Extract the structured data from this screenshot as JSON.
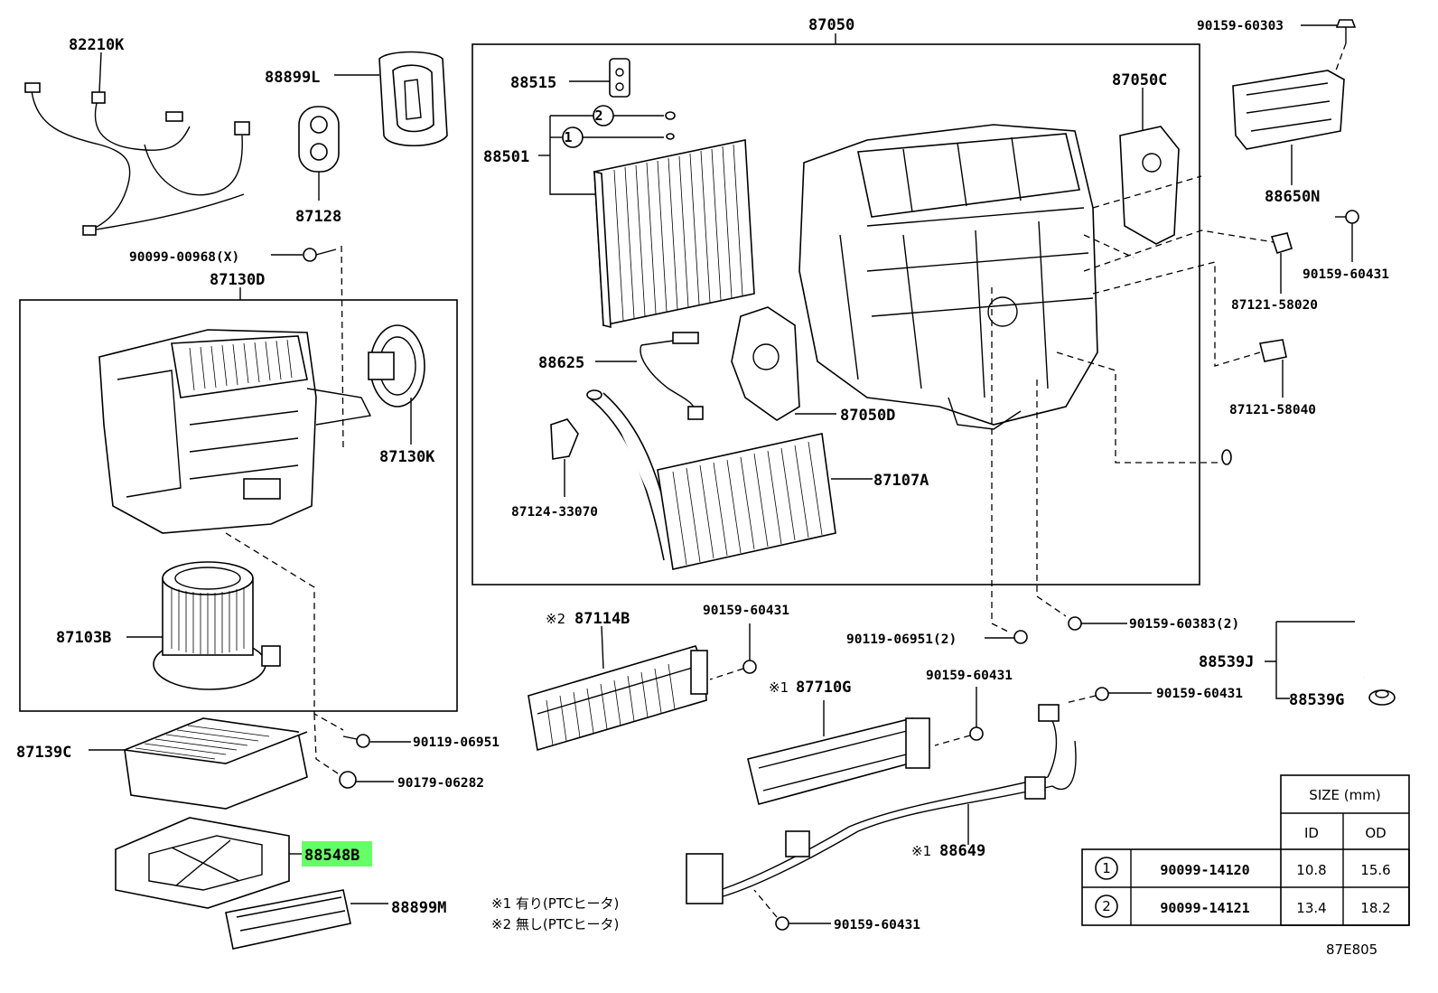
{
  "labels": {
    "p82210K": "82210K",
    "p88899L": "88899L",
    "p87128": "87128",
    "p90099_00968": "90099-00968(X)",
    "p87130D": "87130D",
    "p87130K": "87130K",
    "p87103B": "87103B",
    "p87139C": "87139C",
    "p88548B": "88548B",
    "p88899M": "88899M",
    "p90119_06951a": "90119-06951",
    "p90179_06282": "90179-06282",
    "p87050": "87050",
    "p88515": "88515",
    "p88501": "88501",
    "p88625": "88625",
    "p87050D": "87050D",
    "p87124_33070": "87124-33070",
    "p87107A": "87107A",
    "p87050C": "87050C",
    "p90159_60303": "90159-60303",
    "p88650N": "88650N",
    "p90159_60431a": "90159-60431",
    "p87121_58020": "87121-58020",
    "p87121_58040": "87121-58040",
    "p87114B": "87114B",
    "p90159_60431b": "90159-60431",
    "p90119_06951b": "90119-06951(2)",
    "p90159_60383": "90159-60383(2)",
    "p88539J": "88539J",
    "p88539G": "88539G",
    "p87710G": "87710G",
    "p90159_60431c": "90159-60431",
    "p90159_60431d": "90159-60431",
    "p88649": "88649",
    "p90159_60431e": "90159-60431",
    "mark1a": "※1",
    "mark1b": "※1",
    "mark2": "※2",
    "circ1": "1",
    "circ2": "2",
    "diagram_code": "87E805"
  },
  "notes": [
    "※1 有り(PTCヒータ)",
    "※2 無し(PTCヒータ)"
  ],
  "highlight_color": "#66ff66",
  "size_table": {
    "title": "SIZE (mm)",
    "col_id": "ID",
    "col_od": "OD",
    "rows": [
      {
        "mark": "1",
        "part": "90099-14120",
        "id": "10.8",
        "od": "15.6"
      },
      {
        "mark": "2",
        "part": "90099-14121",
        "id": "13.4",
        "od": "18.2"
      }
    ]
  }
}
